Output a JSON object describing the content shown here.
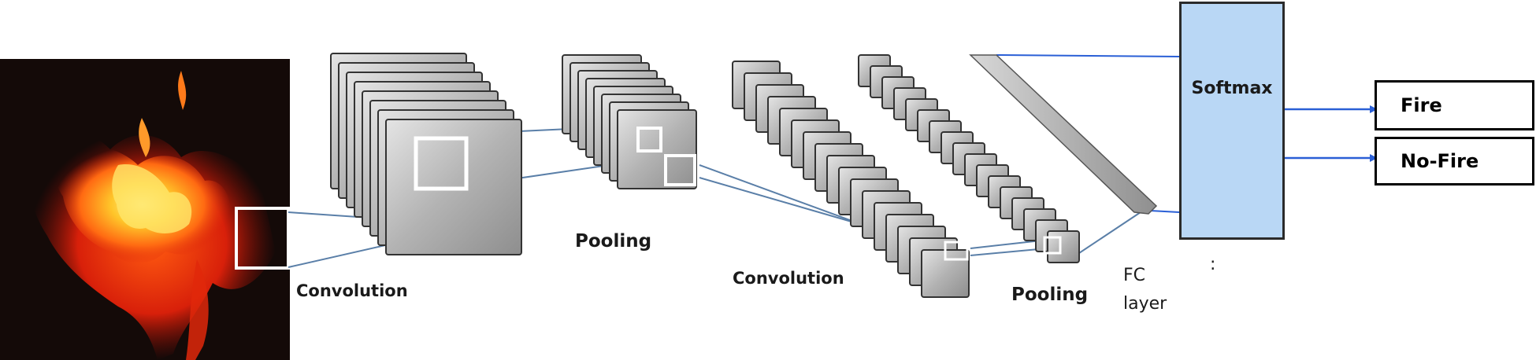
{
  "labels": {
    "convolution_1": "Convolution",
    "pooling_1": "Pooling",
    "convolution_2": "Convolution",
    "pooling_2": "Pooling",
    "fc_line1": "FC",
    "fc_line2": "layer",
    "softmax": "Softmax",
    "colon": ":"
  },
  "outputs": [
    "Fire",
    "No-Fire"
  ],
  "colors": {
    "fire_bg": "#140a08",
    "flame_red": "#e0280a",
    "flame_orange": "#ff7a1a",
    "flame_yellow": "#ffe14a",
    "plate_gray": "#a9a9a9",
    "softmax_fill": "#b9d7f5",
    "arrow_blue": "#2a5fd6",
    "connector_blue": "#5a7fa8"
  }
}
